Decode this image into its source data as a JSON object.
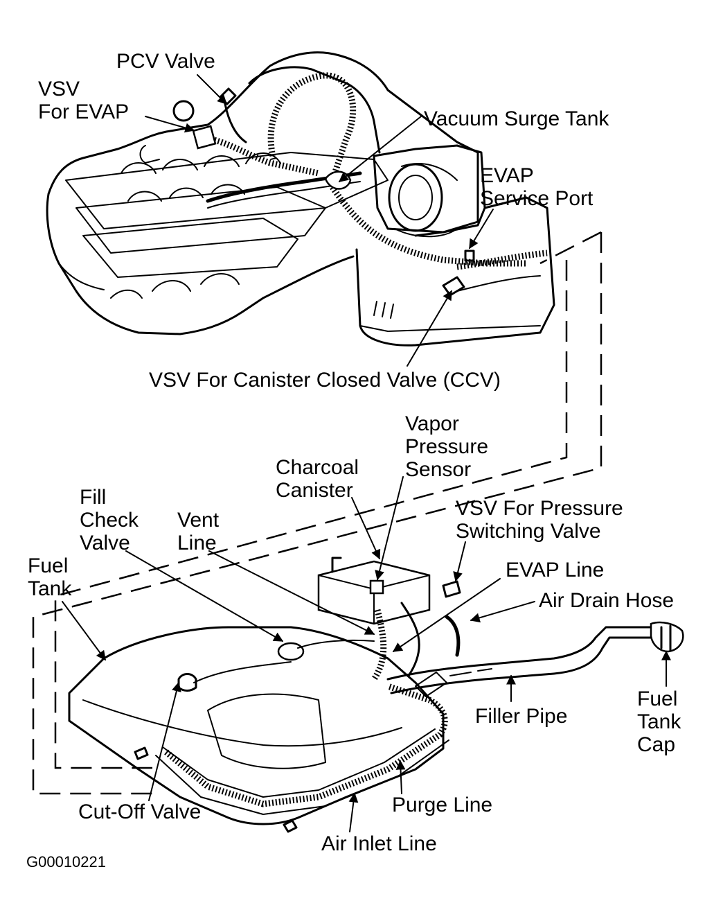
{
  "labels": {
    "pcv_valve": "PCV Valve",
    "vsv_evap_1": "VSV",
    "vsv_evap_2": "For EVAP",
    "vacuum_surge_tank": "Vacuum Surge Tank",
    "evap_service_port_1": "EVAP",
    "evap_service_port_2": "Service Port",
    "vsv_ccv": "VSV For Canister Closed Valve (CCV)",
    "vapor_pressure_1": "Vapor",
    "vapor_pressure_2": "Pressure",
    "vapor_pressure_3": "Sensor",
    "charcoal_canister_1": "Charcoal",
    "charcoal_canister_2": "Canister",
    "fill_check_1": "Fill",
    "fill_check_2": "Check",
    "fill_check_3": "Valve",
    "vent_line_1": "Vent",
    "vent_line_2": "Line",
    "vsv_psv_1": "VSV For Pressure",
    "vsv_psv_2": "Switching Valve",
    "fuel_tank_1": "Fuel",
    "fuel_tank_2": "Tank",
    "evap_line": "EVAP Line",
    "air_drain_hose": "Air Drain Hose",
    "fuel_tank_cap_1": "Fuel",
    "fuel_tank_cap_2": "Tank",
    "fuel_tank_cap_3": "Cap",
    "filler_pipe": "Filler Pipe",
    "cut_off_valve": "Cut-Off Valve",
    "purge_line": "Purge Line",
    "air_inlet_line": "Air Inlet Line",
    "figure_id": "G00010221"
  },
  "colors": {
    "ink": "#000000",
    "paper": "#ffffff"
  }
}
